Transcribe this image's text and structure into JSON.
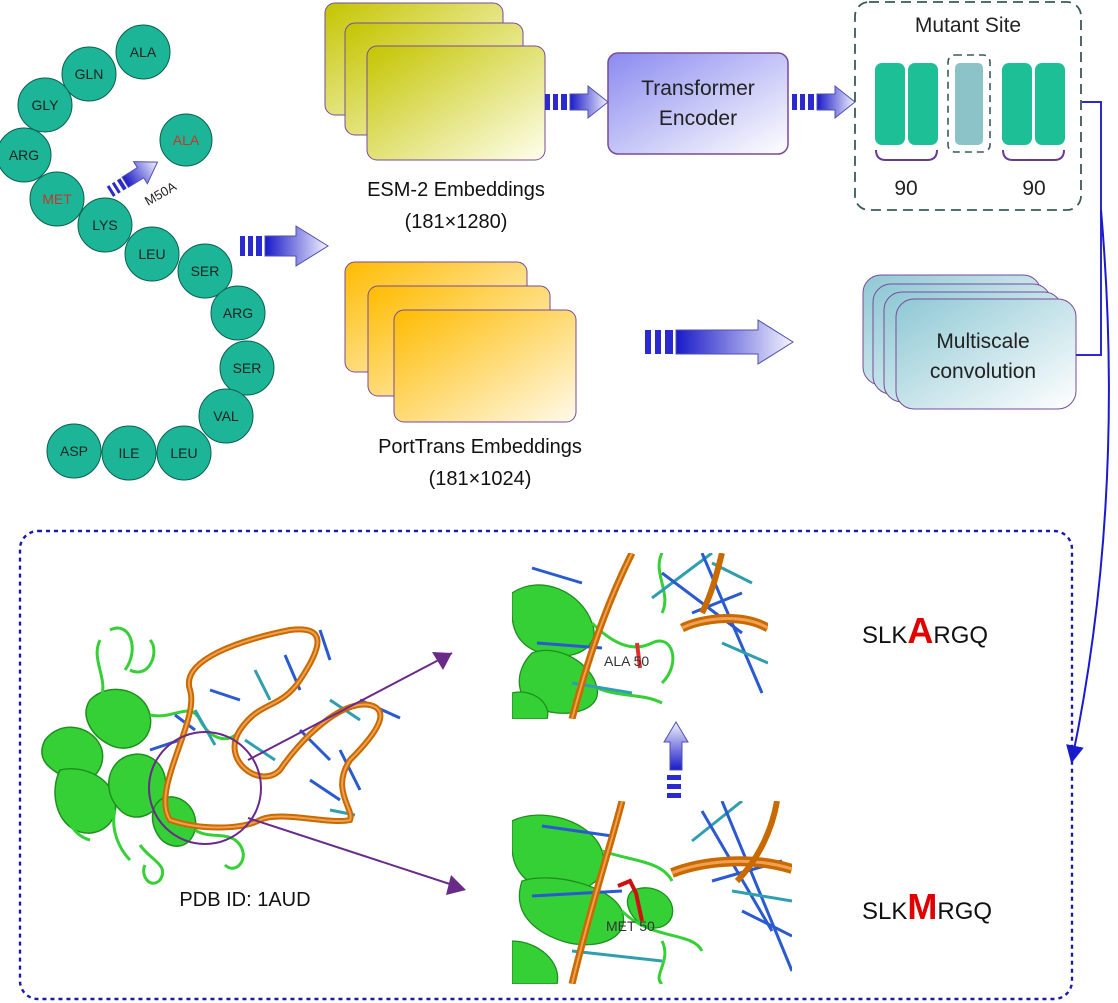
{
  "sequence": {
    "residues": [
      {
        "name": "ALA",
        "mutated": false
      },
      {
        "name": "GLN",
        "mutated": false
      },
      {
        "name": "GLY",
        "mutated": false
      },
      {
        "name": "ARG",
        "mutated": false
      },
      {
        "name": "MET",
        "mutated": true
      },
      {
        "name": "LYS",
        "mutated": false
      },
      {
        "name": "LEU",
        "mutated": false
      },
      {
        "name": "SER",
        "mutated": false
      },
      {
        "name": "ARG",
        "mutated": false
      },
      {
        "name": "SER",
        "mutated": false
      },
      {
        "name": "VAL",
        "mutated": false
      },
      {
        "name": "LEU",
        "mutated": false
      },
      {
        "name": "ILE",
        "mutated": false
      },
      {
        "name": "ASP",
        "mutated": false
      }
    ],
    "mutant_residue": "ALA",
    "mutation_label": "M50A"
  },
  "esm": {
    "title": "ESM-2 Embeddings",
    "dims": "(181×1280)"
  },
  "porttrans": {
    "title": "PortTrans Embeddings",
    "dims": "(181×1024)"
  },
  "transformer": {
    "line1": "Transformer",
    "line2": "Encoder"
  },
  "mutant_site": {
    "title": "Mutant Site",
    "left_count": "90",
    "right_count": "90"
  },
  "multiscale": {
    "line1": "Multiscale",
    "line2": "convolution"
  },
  "structure": {
    "pdb_label": "PDB ID: 1AUD",
    "mutant_label": "ALA 50",
    "wild_label": "MET 50"
  },
  "motifs": {
    "mutant": {
      "prefix": "SLK",
      "site": "A",
      "suffix": "RGQ"
    },
    "wild": {
      "prefix": "SLK",
      "site": "M",
      "suffix": "RGQ"
    }
  },
  "colors": {
    "residue": "#1db597",
    "mutated_text": "#c0392b",
    "esm_gradient": "#c8c800",
    "porttrans_gradient": "#ffc000",
    "arrow_blue": "#2a2ad0",
    "purple_border": "#6a3a8f",
    "site_teal": "#1dbf96",
    "site_center": "#8cc3c8",
    "motif_red": "#e00000",
    "protein_green": "#35d035",
    "rna_orange": "#e07a10"
  }
}
